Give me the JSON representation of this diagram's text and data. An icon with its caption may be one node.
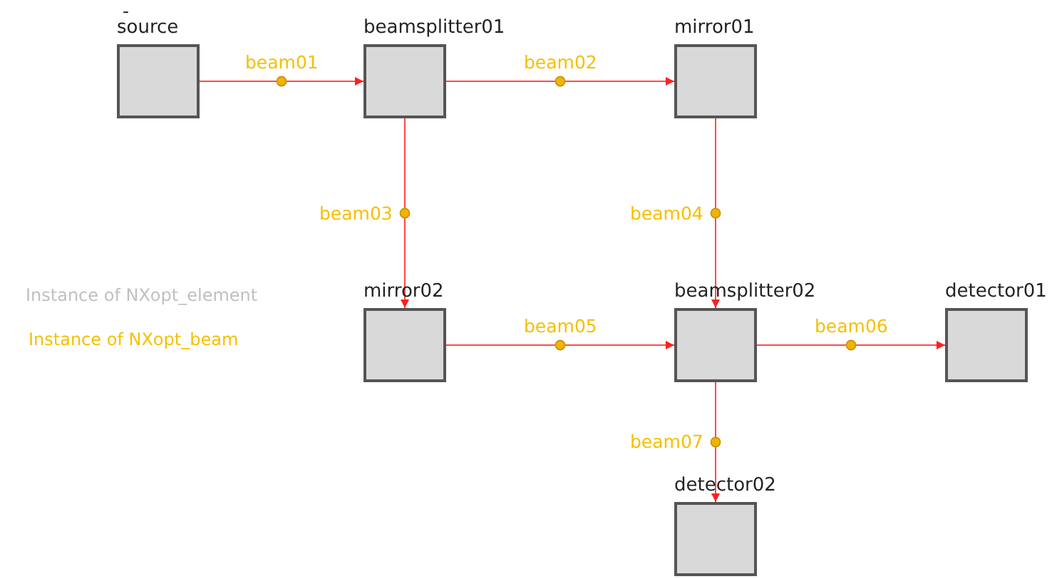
{
  "diagram": {
    "nodes": [
      {
        "text": [
          "source"
        ]
      },
      {
        "text": [
          "beamsplitter01"
        ]
      },
      {
        "text": [
          "mirror01"
        ]
      },
      {
        "text": [
          "mirror02"
        ]
      },
      {
        "text": [
          "beamsplitter02"
        ]
      },
      {
        "text": [
          "detector01"
        ]
      },
      {
        "text": [
          "detector02"
        ]
      }
    ],
    "edges": [
      {
        "from": 0,
        "to": 1,
        "arrow": "to",
        "label": "beam01"
      },
      {
        "from": 1,
        "to": 2,
        "arrow": "to",
        "label": "beam02"
      },
      {
        "from": 1,
        "to": 3,
        "arrow": "to",
        "label": "beam03"
      },
      {
        "from": 2,
        "to": 4,
        "arrow": "to",
        "label": "beam04"
      },
      {
        "from": 3,
        "to": 4,
        "arrow": "to",
        "label": "beam05"
      },
      {
        "from": 4,
        "to": 5,
        "arrow": "to",
        "label": "beam06"
      },
      {
        "from": 4,
        "to": 6,
        "arrow": "to",
        "label": "beam07"
      }
    ],
    "labels": [
      "-",
      "Instance of NXopt_element",
      "Instance of NXopt_beam"
    ]
  }
}
